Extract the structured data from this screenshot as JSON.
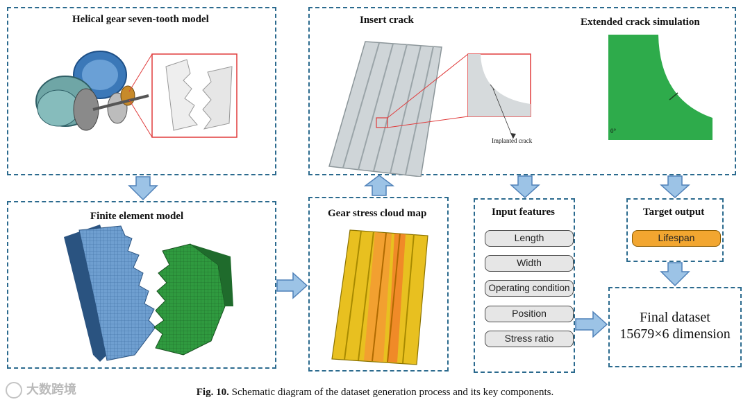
{
  "panels": {
    "helical": {
      "title": "Helical gear seven-tooth model"
    },
    "insert": {
      "title": "Insert crack",
      "crack_label": "Implanted crack"
    },
    "extended": {
      "title": "Extended crack simulation",
      "angle_label": "0°"
    },
    "fem": {
      "title": "Finite element model"
    },
    "stress": {
      "title": "Gear stress cloud map"
    },
    "input": {
      "title": "Input features",
      "items": [
        "Length",
        "Width",
        "Operating condition",
        "Position",
        "Stress ratio"
      ]
    },
    "target": {
      "title": "Target output",
      "item": "Lifespan"
    },
    "final": {
      "line1": "Final dataset",
      "line2": "15679×6 dimension"
    }
  },
  "caption": {
    "label": "Fig. 10.",
    "text": " Schematic diagram of the dataset generation process and its key components."
  },
  "watermark": "大数跨境",
  "colors": {
    "border": "#2b6a8e",
    "arrow_fill": "#9cc3e6",
    "arrow_stroke": "#4f81b8",
    "crack_green": "#2eab4b",
    "lifespan": "#f2a630",
    "pill": "#e6e6e6"
  }
}
